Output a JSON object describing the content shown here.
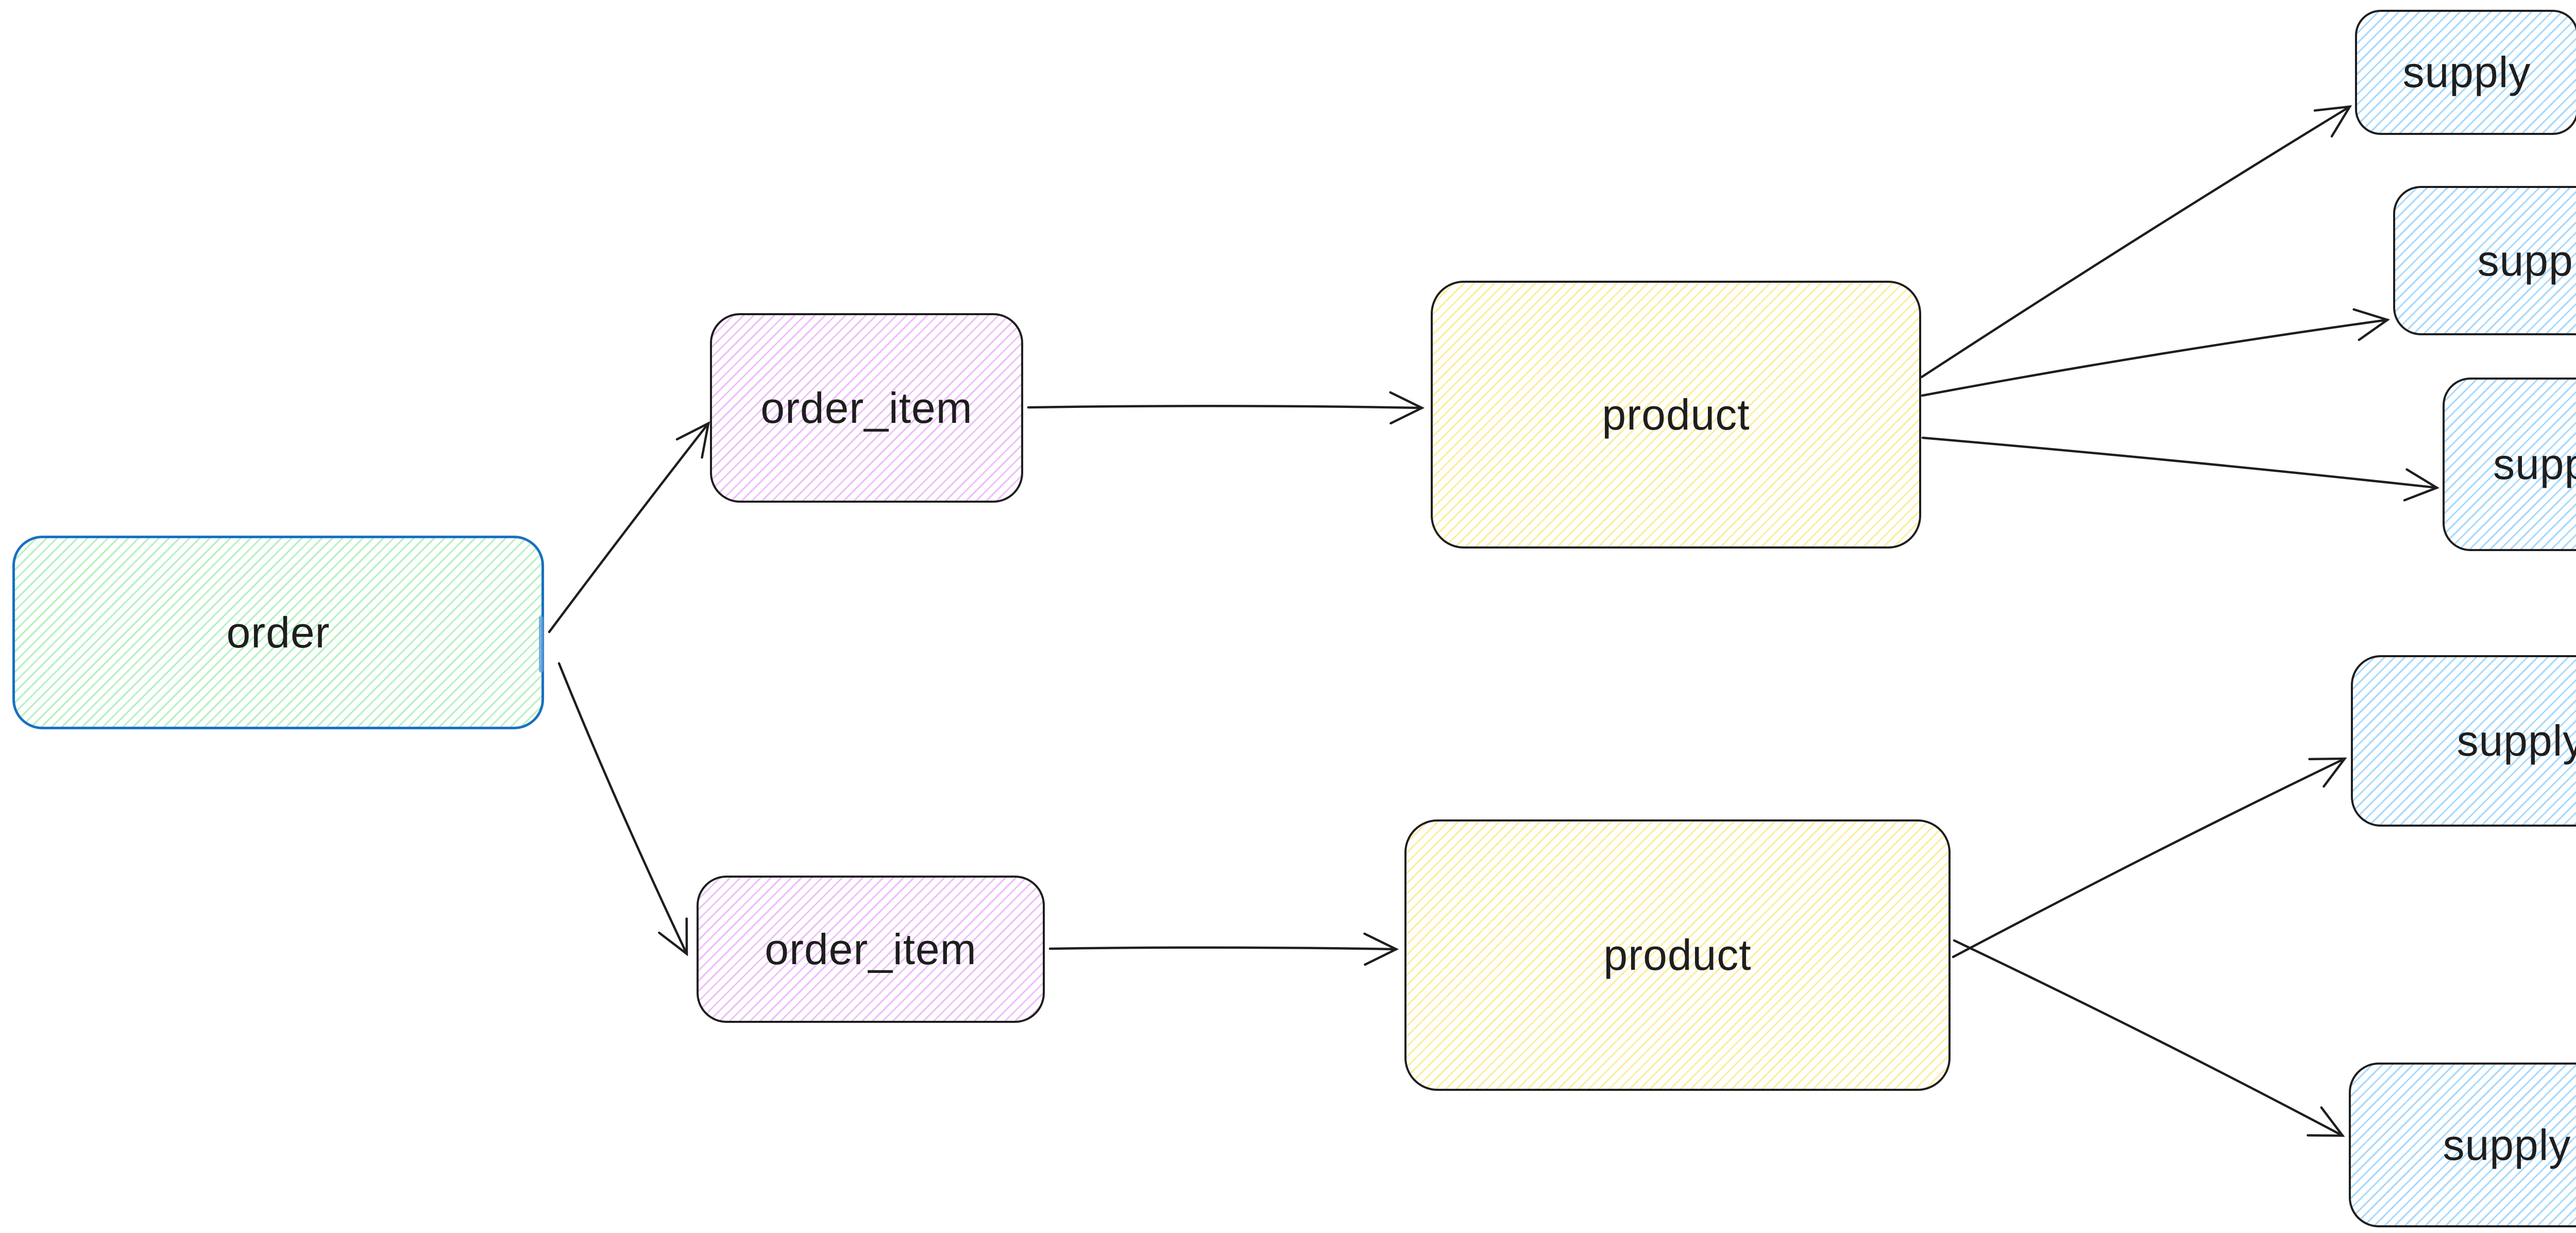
{
  "canvas": {
    "kind": "hand-drawn entity flow diagram",
    "background_color": "#ffffff",
    "stroke_default_color": "#1e1e1e",
    "arrow_color": "#1e1e1e",
    "binding_highlight_color": "#5e9fd9"
  },
  "diagram": {
    "nodes": [
      {
        "id": "order",
        "label": "order",
        "fill": "#b2f2bb",
        "stroke": "#1971c2",
        "fill_style": "hachure"
      },
      {
        "id": "order_item_1",
        "label": "order_item",
        "fill": "#eebefa",
        "stroke": "#1e1e1e",
        "fill_style": "hachure"
      },
      {
        "id": "order_item_2",
        "label": "order_item",
        "fill": "#eebefa",
        "stroke": "#1e1e1e",
        "fill_style": "hachure"
      },
      {
        "id": "product_1",
        "label": "product",
        "fill": "#ffec99",
        "stroke": "#1e1e1e",
        "fill_style": "hachure"
      },
      {
        "id": "product_2",
        "label": "product",
        "fill": "#ffec99",
        "stroke": "#1e1e1e",
        "fill_style": "hachure"
      },
      {
        "id": "supply_1",
        "label": "supply",
        "fill": "#a5d8ff",
        "stroke": "#1e1e1e",
        "fill_style": "hachure"
      },
      {
        "id": "supply_2",
        "label": "supply",
        "fill": "#a5d8ff",
        "stroke": "#1e1e1e",
        "fill_style": "hachure"
      },
      {
        "id": "supply_3",
        "label": "supply",
        "fill": "#a5d8ff",
        "stroke": "#1e1e1e",
        "fill_style": "hachure"
      },
      {
        "id": "supply_4",
        "label": "supply",
        "fill": "#a5d8ff",
        "stroke": "#1e1e1e",
        "fill_style": "hachure"
      },
      {
        "id": "supply_5",
        "label": "supply",
        "fill": "#a5d8ff",
        "stroke": "#1e1e1e",
        "fill_style": "hachure"
      }
    ],
    "edges": [
      {
        "from": "order",
        "to": "order_item_1",
        "style": "arrow"
      },
      {
        "from": "order",
        "to": "order_item_2",
        "style": "arrow"
      },
      {
        "from": "order_item_1",
        "to": "product_1",
        "style": "arrow"
      },
      {
        "from": "order_item_2",
        "to": "product_2",
        "style": "arrow"
      },
      {
        "from": "product_1",
        "to": "supply_1",
        "style": "arrow"
      },
      {
        "from": "product_1",
        "to": "supply_2",
        "style": "arrow"
      },
      {
        "from": "product_1",
        "to": "supply_3",
        "style": "arrow"
      },
      {
        "from": "product_2",
        "to": "supply_4",
        "style": "arrow"
      },
      {
        "from": "product_2",
        "to": "supply_5",
        "style": "arrow"
      }
    ]
  }
}
